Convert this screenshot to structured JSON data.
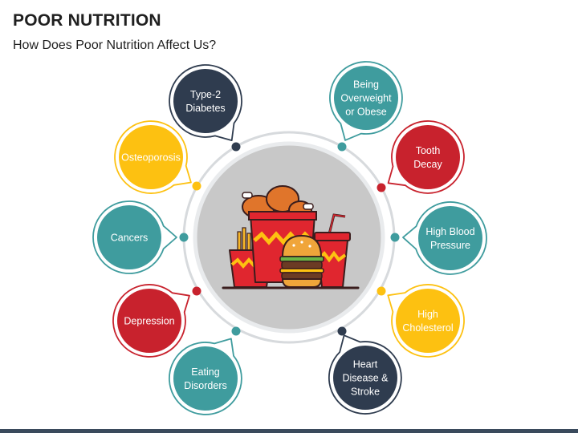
{
  "header": {
    "title": "POOR NUTRITION",
    "subtitle": "How Does Poor Nutrition Affect Us?"
  },
  "colors": {
    "navy": "#2f3c4f",
    "yellow": "#fdc111",
    "teal": "#3f9c9e",
    "red": "#c8222d",
    "ring": "#d7dadd",
    "center_fill": "#c8c8c8"
  },
  "items": [
    {
      "id": "type2-diabetes",
      "lines": [
        "Type-2",
        "Diabetes"
      ],
      "color": "navy"
    },
    {
      "id": "osteoporosis",
      "lines": [
        "Osteoporosis"
      ],
      "color": "yellow"
    },
    {
      "id": "cancers",
      "lines": [
        "Cancers"
      ],
      "color": "teal"
    },
    {
      "id": "depression",
      "lines": [
        "Depression"
      ],
      "color": "red"
    },
    {
      "id": "eating-disorders",
      "lines": [
        "Eating",
        "Disorders"
      ],
      "color": "teal"
    },
    {
      "id": "overweight",
      "lines": [
        "Being",
        "Overweight",
        "or Obese"
      ],
      "color": "teal"
    },
    {
      "id": "tooth-decay",
      "lines": [
        "Tooth",
        "Decay"
      ],
      "color": "red"
    },
    {
      "id": "high-blood-pressure",
      "lines": [
        "High Blood",
        "Pressure"
      ],
      "color": "teal"
    },
    {
      "id": "high-cholesterol",
      "lines": [
        "High",
        "Cholesterol"
      ],
      "color": "yellow"
    },
    {
      "id": "heart-disease",
      "lines": [
        "Heart",
        "Disease &",
        "Stroke"
      ],
      "color": "navy"
    }
  ],
  "center_illustration": "fast-food-illustration"
}
